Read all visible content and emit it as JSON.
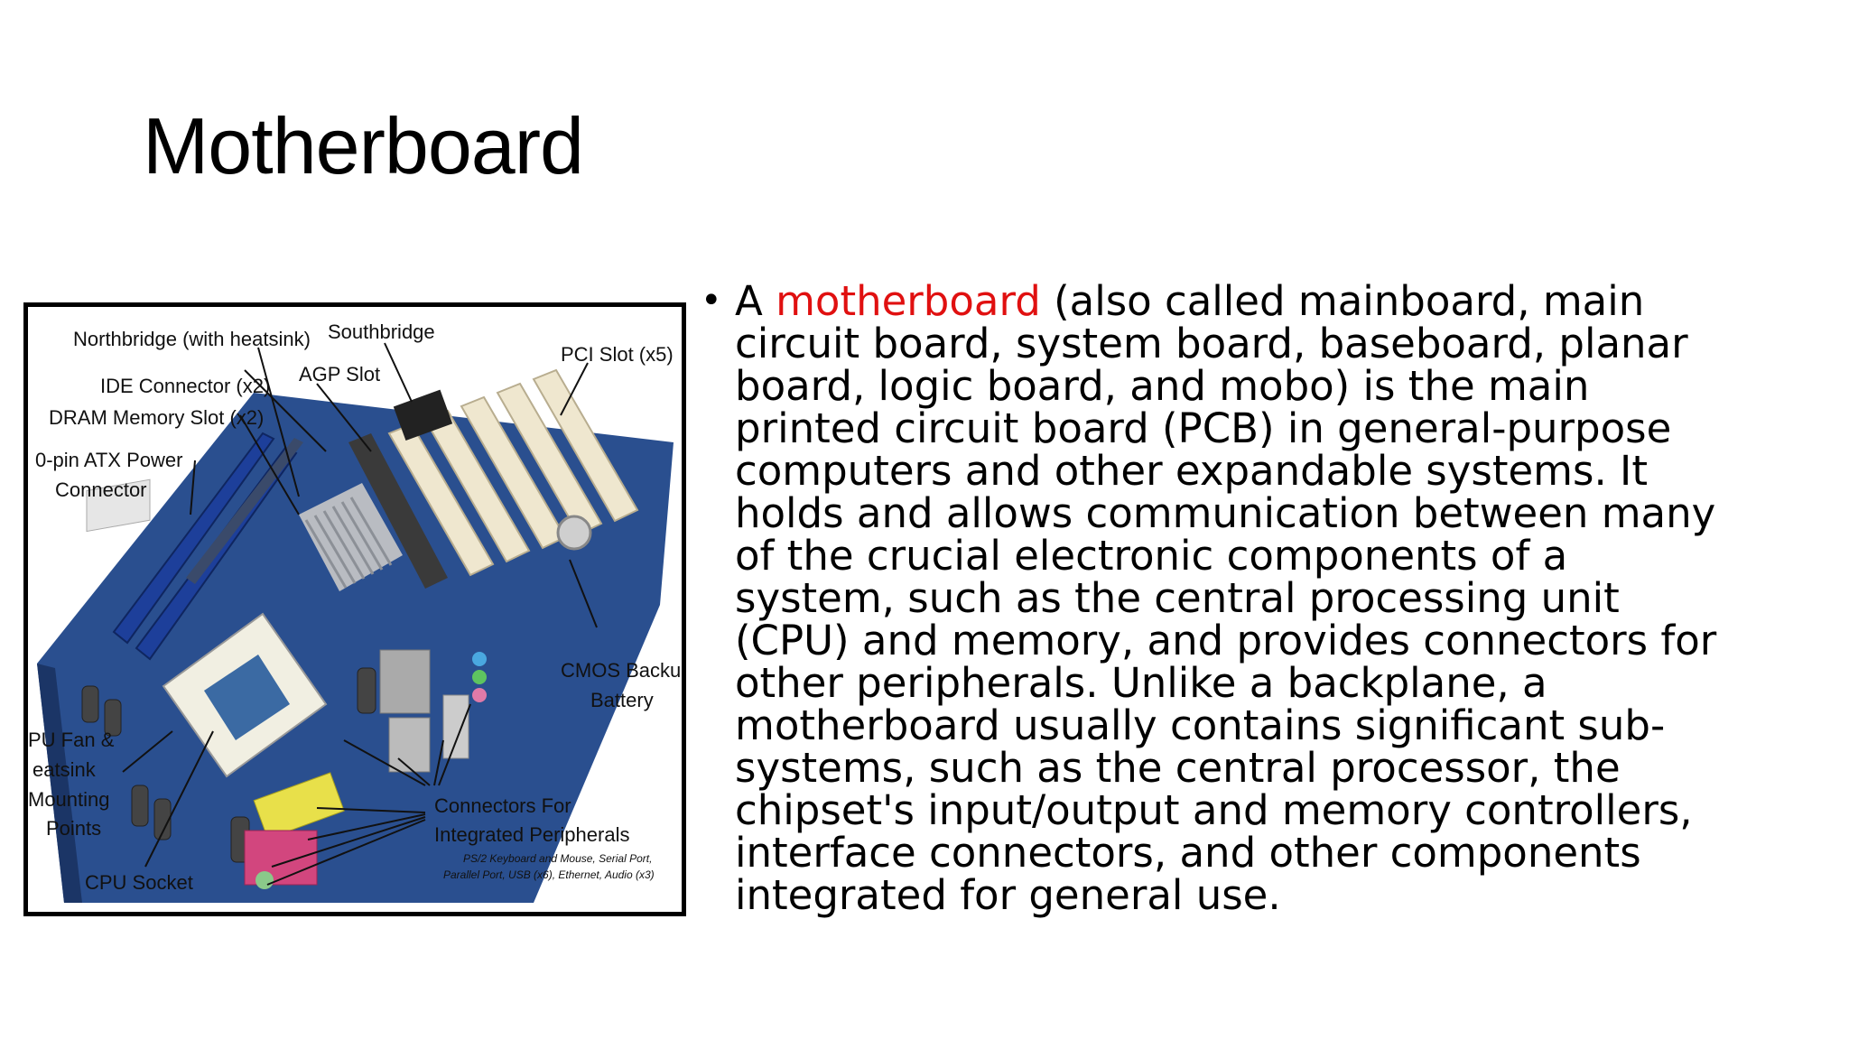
{
  "slide": {
    "title": "Motherboard"
  },
  "figure": {
    "labels": {
      "northbridge": "Northbridge (with heatsink)",
      "southbridge": "Southbridge",
      "pci_slot": "PCI Slot (x5)",
      "ide_connector": "IDE Connector (x2)",
      "agp_slot": "AGP Slot",
      "dram_slot": "DRAM Memory Slot (x2)",
      "atx_power_1": "0-pin ATX Power",
      "atx_power_2": "Connector",
      "cmos_1": "CMOS Backup",
      "cmos_2": "Battery",
      "cpu_fan_1": "PU Fan &",
      "cpu_fan_2": "eatsink",
      "cpu_fan_3": "Mounting",
      "cpu_fan_4": "Points",
      "cpu_socket": "CPU Socket",
      "connectors_1": "Connectors For",
      "connectors_2": "Integrated Peripherals",
      "connectors_sub_1": "PS/2 Keyboard and Mouse, Serial Port,",
      "connectors_sub_2": "Parallel Port, USB (x6), Ethernet, Audio (x3)"
    },
    "colors": {
      "board": "#2a4f8f",
      "memory_slots": "#1d3f9a",
      "pci_slots": "#efe7cf",
      "agp_slot": "#3a3a3a",
      "heatsink": "#b9bcc2"
    }
  },
  "body": {
    "bullet_char": "•",
    "lead": "A ",
    "highlight": "motherboard",
    "rest": " (also called mainboard, main circuit board, system board, baseboard, planar board, logic board, and mobo) is the main printed circuit board (PCB) in general-purpose computers and other expandable systems. It holds and allows communication between many of the crucial electronic components of a system, such as the central processing unit (CPU) and memory, and provides connectors for other peripherals. Unlike a backplane, a motherboard usually contains significant sub-systems, such as the central processor, the chipset's input/output and memory controllers, interface connectors, and other components integrated for general use."
  }
}
